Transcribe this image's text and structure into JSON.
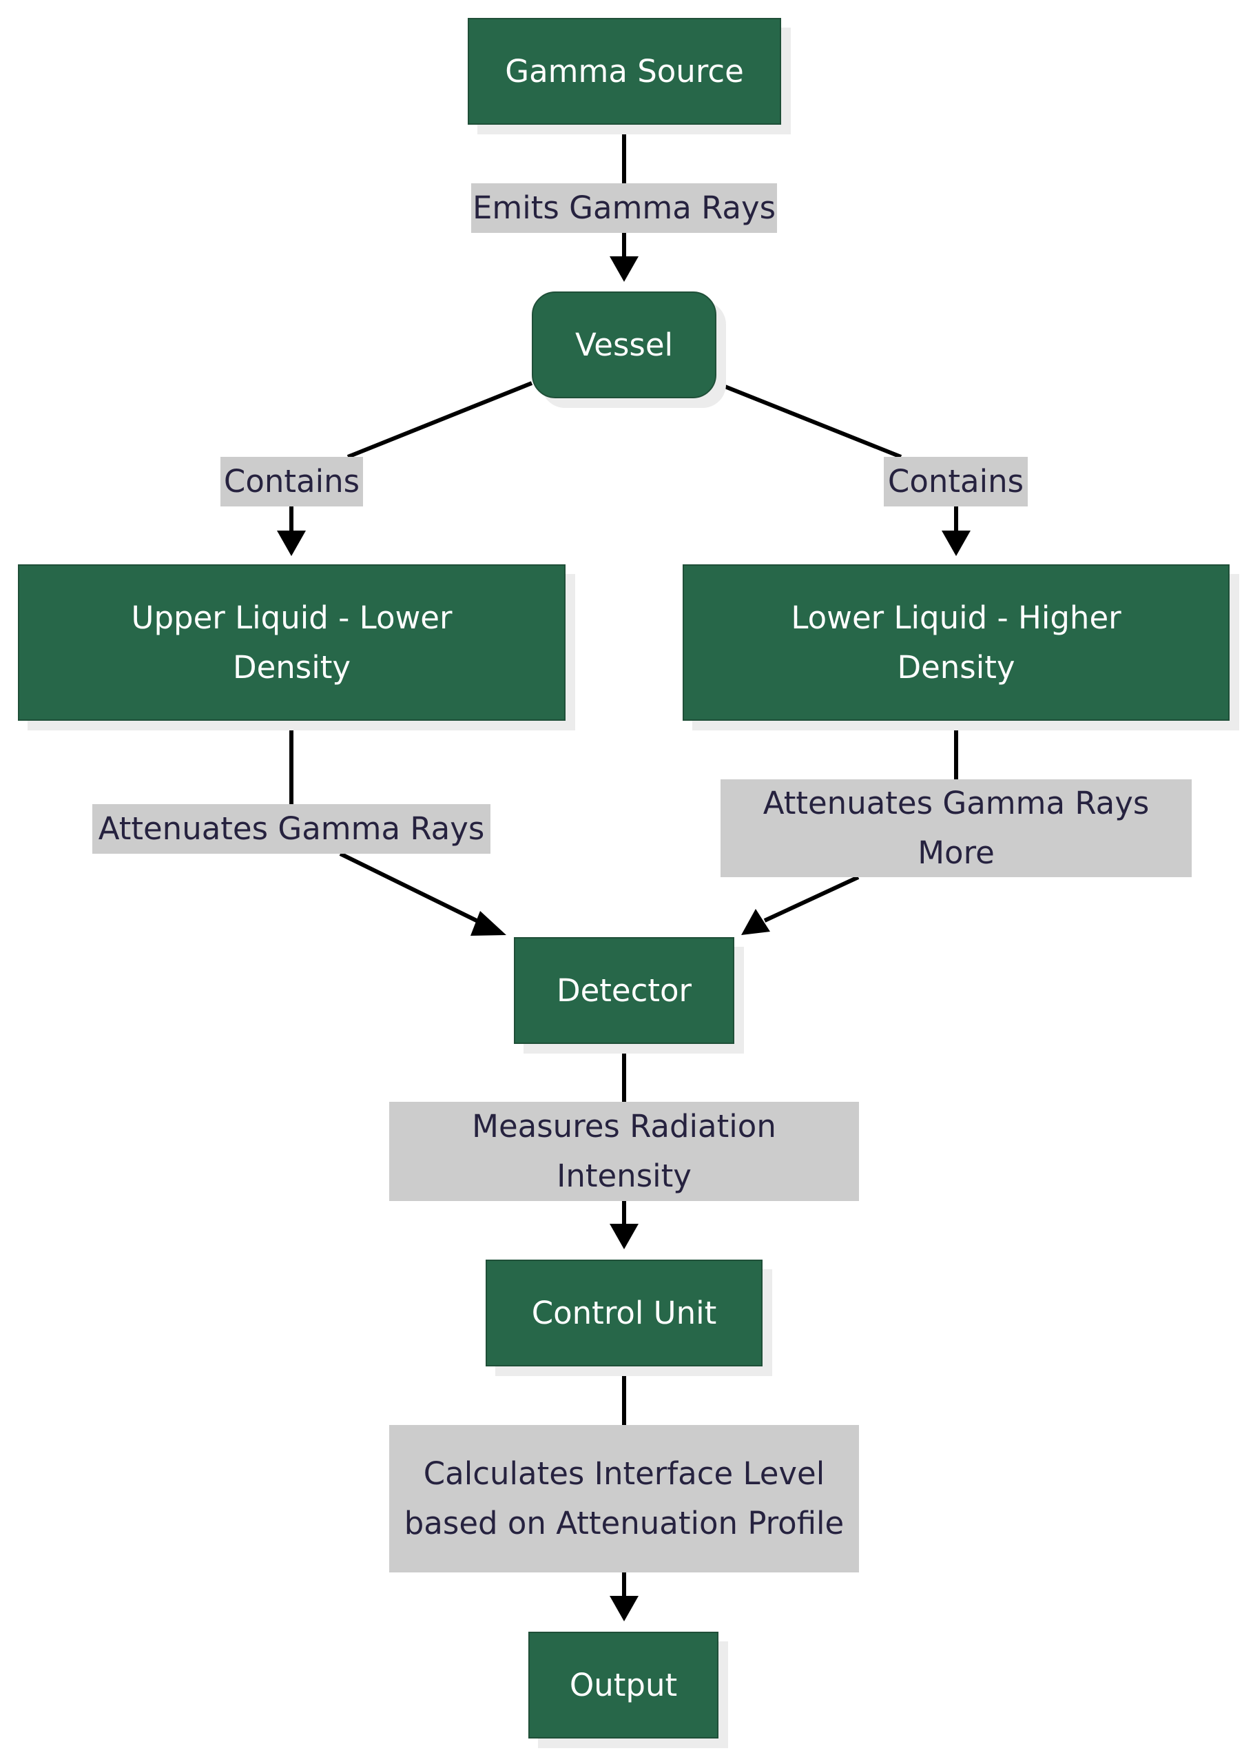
{
  "diagram": {
    "type": "flowchart",
    "direction": "top-down",
    "colors": {
      "node_fill": "#276749",
      "node_text": "#ffffff",
      "label_fill": "#cccccc",
      "label_text": "#26223f",
      "edge": "#000000"
    },
    "nodes": {
      "gamma_source": "Gamma Source",
      "vessel": "Vessel",
      "upper_liquid": "Upper Liquid - Lower Density",
      "lower_liquid": "Lower Liquid - Higher Density",
      "detector": "Detector",
      "control_unit": "Control Unit",
      "output": "Output"
    },
    "edge_labels": {
      "emits": "Emits Gamma Rays",
      "contains_left": "Contains",
      "contains_right": "Contains",
      "attenuates_left": "Attenuates Gamma Rays",
      "attenuates_right": "Attenuates Gamma Rays More",
      "measures": "Measures Radiation Intensity",
      "calculates": "Calculates Interface Level based on Attenuation Profile"
    },
    "edges": [
      {
        "from": "gamma_source",
        "to": "vessel",
        "label": "emits"
      },
      {
        "from": "vessel",
        "to": "upper_liquid",
        "label": "contains_left"
      },
      {
        "from": "vessel",
        "to": "lower_liquid",
        "label": "contains_right"
      },
      {
        "from": "upper_liquid",
        "to": "detector",
        "label": "attenuates_left"
      },
      {
        "from": "lower_liquid",
        "to": "detector",
        "label": "attenuates_right"
      },
      {
        "from": "detector",
        "to": "control_unit",
        "label": "measures"
      },
      {
        "from": "control_unit",
        "to": "output",
        "label": "calculates"
      }
    ]
  }
}
